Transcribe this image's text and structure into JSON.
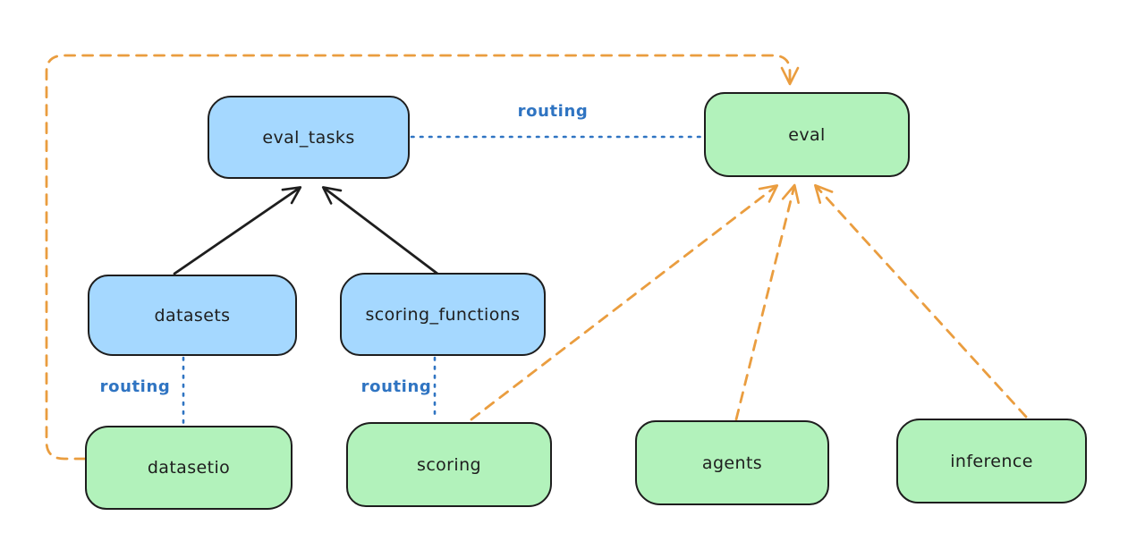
{
  "diagram": {
    "nodes": {
      "eval_tasks": {
        "label": "eval_tasks",
        "color": "blue"
      },
      "datasets": {
        "label": "datasets",
        "color": "blue"
      },
      "scoring_functions": {
        "label": "scoring_functions",
        "color": "blue"
      },
      "eval": {
        "label": "eval",
        "color": "green"
      },
      "datasetio": {
        "label": "datasetio",
        "color": "green"
      },
      "scoring": {
        "label": "scoring",
        "color": "green"
      },
      "agents": {
        "label": "agents",
        "color": "green"
      },
      "inference": {
        "label": "inference",
        "color": "green"
      }
    },
    "edges": {
      "routing_eval_tasks_eval": {
        "label": "routing",
        "from": "eval_tasks",
        "to": "eval",
        "style": "dotted-blue"
      },
      "routing_datasets_datasetio": {
        "label": "routing",
        "from": "datasets",
        "to": "datasetio",
        "style": "dotted-blue"
      },
      "routing_scoring_functions_scoring": {
        "label": "routing",
        "from": "scoring_functions",
        "to": "scoring",
        "style": "dotted-blue"
      },
      "datasets_to_eval_tasks": {
        "from": "datasets",
        "to": "eval_tasks",
        "style": "solid-black-arrow"
      },
      "scoring_functions_to_eval_tasks": {
        "from": "scoring_functions",
        "to": "eval_tasks",
        "style": "solid-black-arrow"
      },
      "datasetio_to_eval": {
        "from": "datasetio",
        "to": "eval",
        "style": "dashed-orange-arrow"
      },
      "scoring_to_eval": {
        "from": "scoring",
        "to": "eval",
        "style": "dashed-orange-arrow"
      },
      "agents_to_eval": {
        "from": "agents",
        "to": "eval",
        "style": "dashed-orange-arrow"
      },
      "inference_to_eval": {
        "from": "inference",
        "to": "eval",
        "style": "dashed-orange-arrow"
      }
    }
  },
  "colors": {
    "node_blue_fill": "#a5d8ff",
    "node_green_fill": "#b2f2bb",
    "node_border": "#1e1e1e",
    "text": "#1e1e1e",
    "routing_blue": "#2f74c2",
    "orange": "#ea9d3f",
    "background": "#ffffff"
  }
}
